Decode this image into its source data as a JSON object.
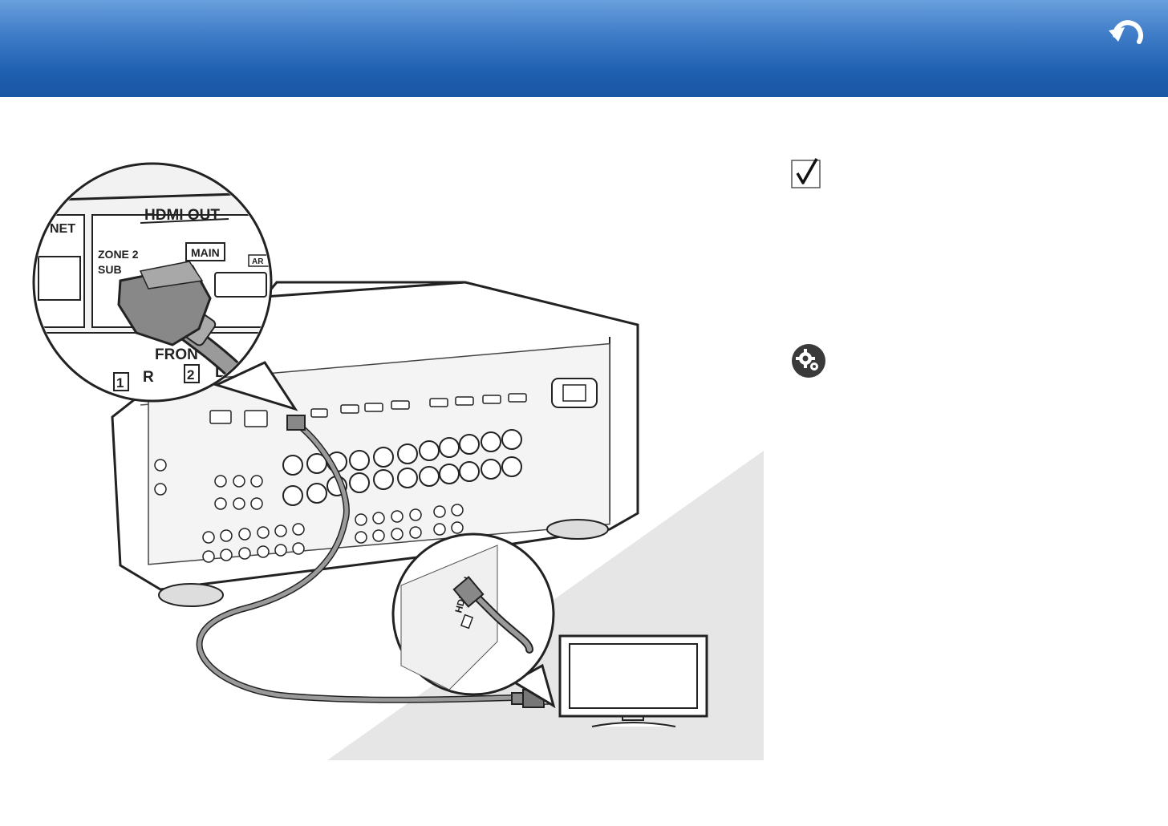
{
  "header": {
    "back_icon": "back-arrow-icon",
    "gradient_top": "#6aa0dd",
    "gradient_bottom": "#1a56a3"
  },
  "illustration": {
    "zoom_labels": {
      "hdmi_out": "HDMI OUT",
      "ethernet_fragment": "NET",
      "zone2": "ZONE 2",
      "sub": "SUB",
      "main": "MAIN",
      "arc_fragment": "AR",
      "front_fragment": "FRON",
      "num1": "1",
      "r": "R",
      "num2": "2",
      "l": "L"
    },
    "tv_zoom_label": "HDMI IN"
  },
  "icons": {
    "note": "checkbox-icon",
    "settings": "gear-icon"
  }
}
